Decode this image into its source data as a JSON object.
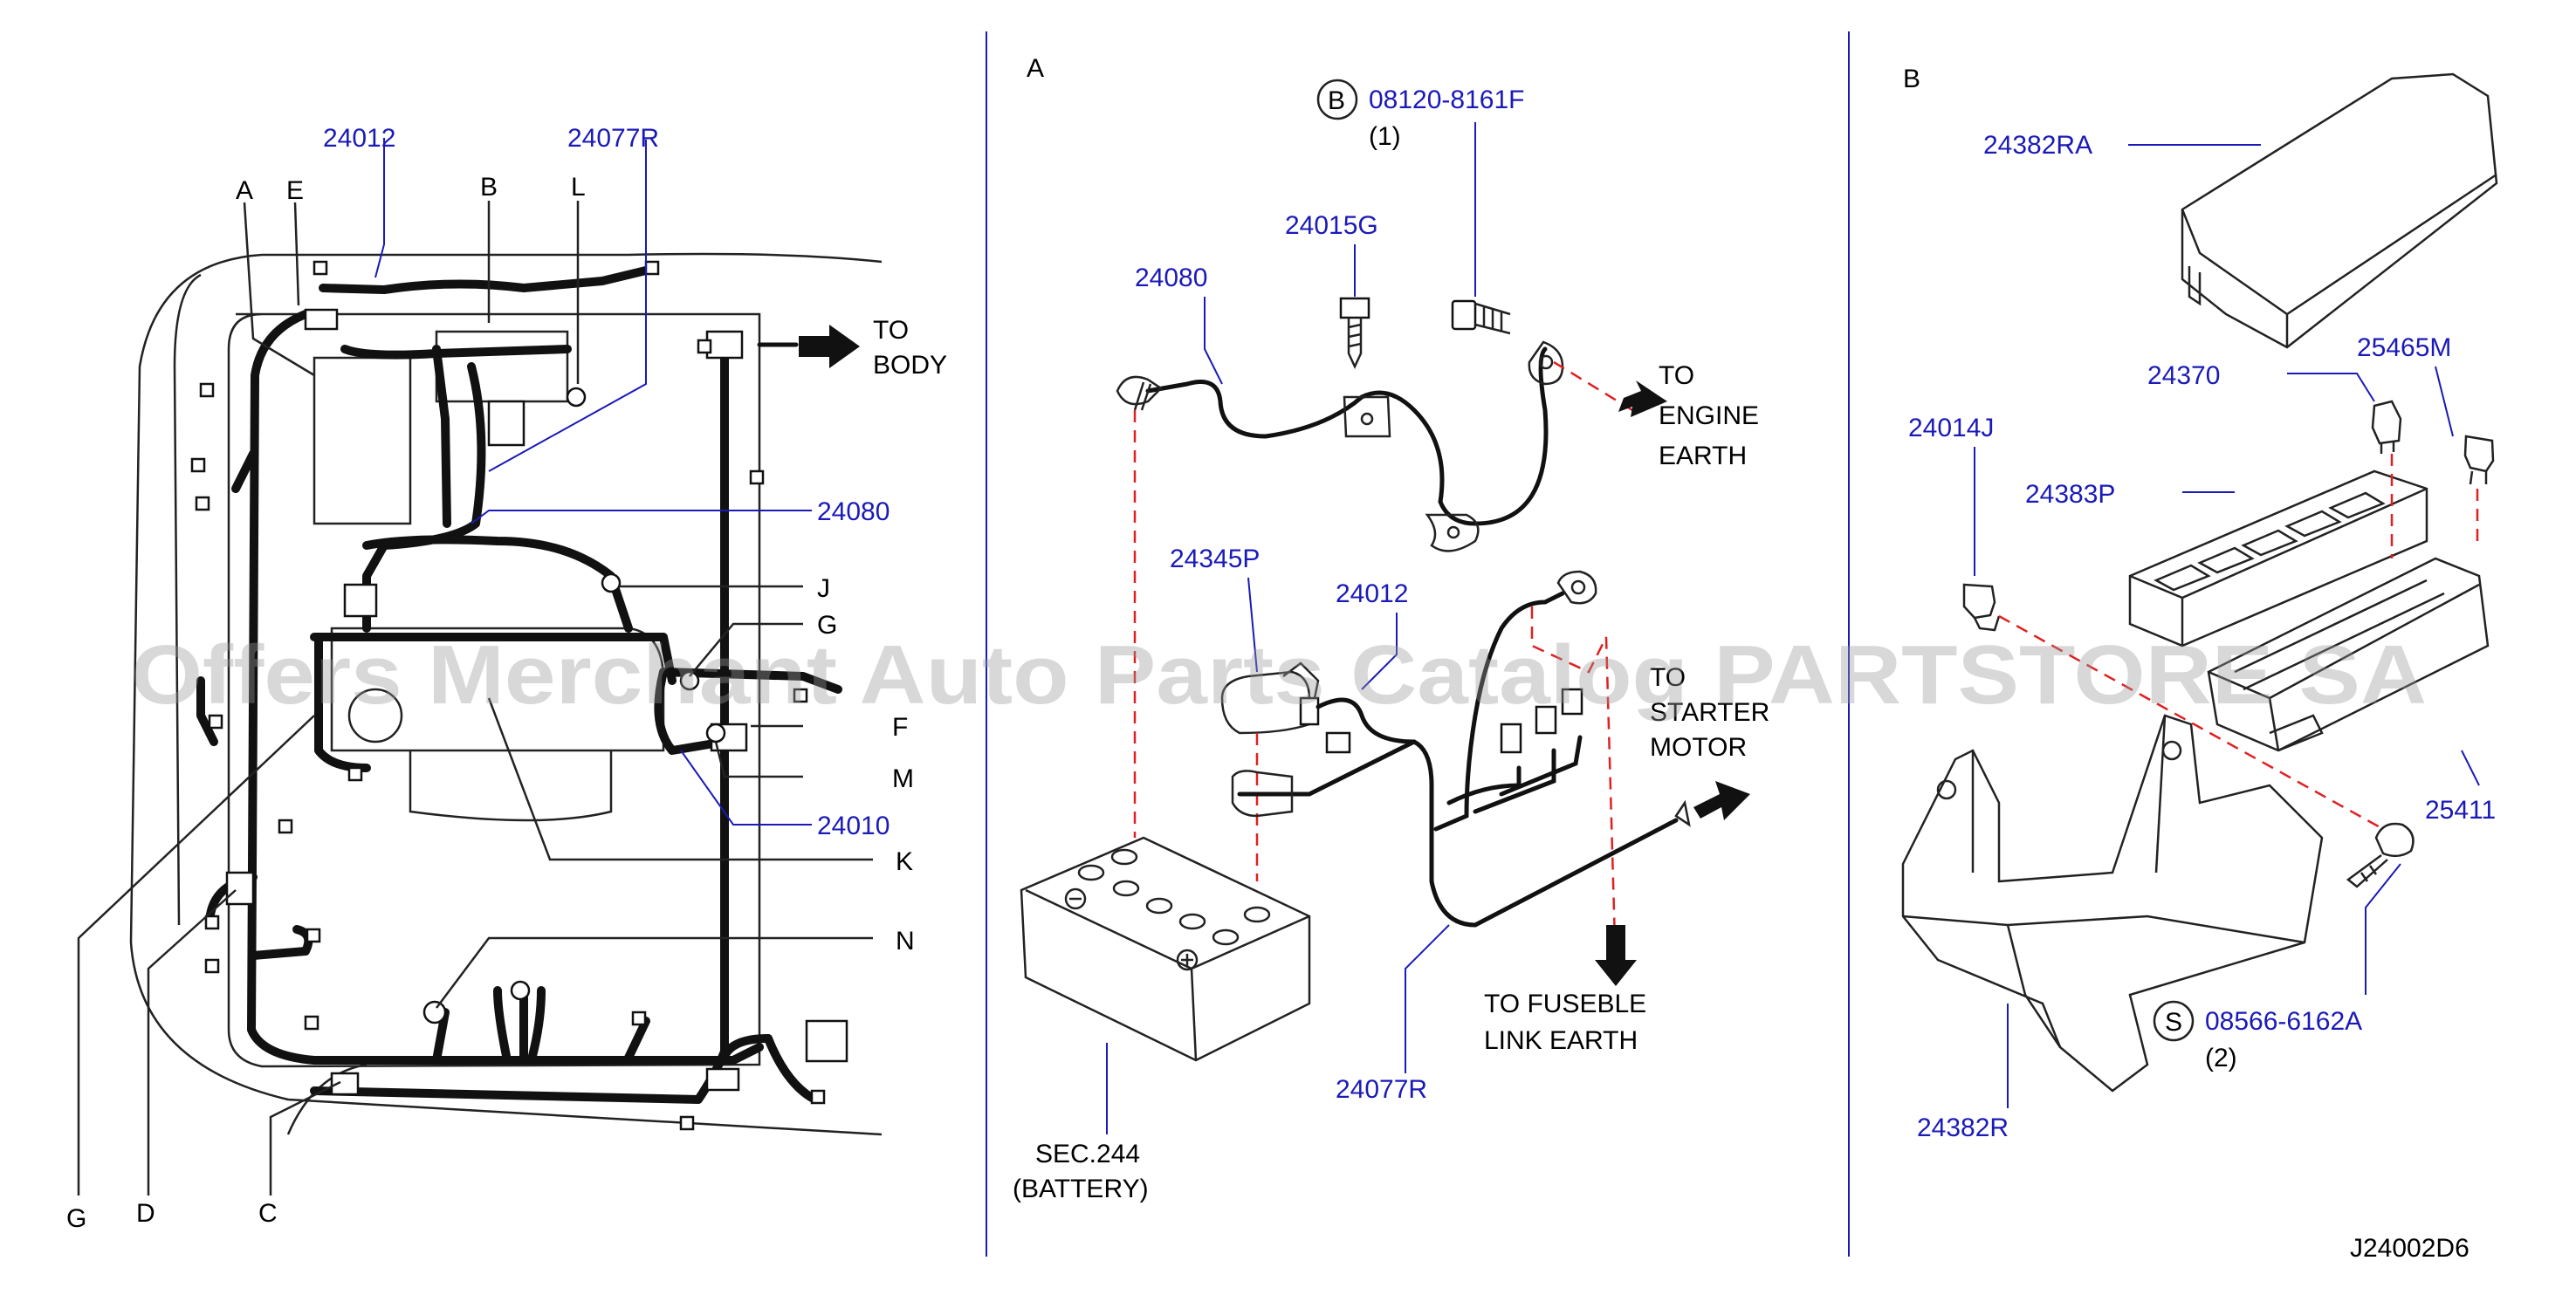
{
  "sections": {
    "a_label": "A",
    "b_label": "B"
  },
  "parts": {
    "p24012_left": "24012",
    "p24077R_left": "24077R",
    "p24080_left": "24080",
    "p24010": "24010",
    "p24080_a": "24080",
    "p24015G": "24015G",
    "p08120": "08120-8161F",
    "p24345P": "24345P",
    "p24012_a": "24012",
    "p24077R_a": "24077R",
    "p24382RA": "24382RA",
    "p24370": "24370",
    "p25465M": "25465M",
    "p24014J": "24014J",
    "p24383P": "24383P",
    "p25411": "25411",
    "p08566": "08566-6162A",
    "p24382R": "24382R"
  },
  "callouts": {
    "A": "A",
    "E": "E",
    "B": "B",
    "L": "L",
    "J": "J",
    "G": "G",
    "F": "F",
    "M": "M",
    "K": "K",
    "N": "N",
    "G2": "G",
    "D": "D",
    "C": "C"
  },
  "symbols": {
    "circle_b": "B",
    "circle_s": "S"
  },
  "quantities": {
    "q1": "(1)",
    "q2": "(2)"
  },
  "notes": {
    "to_body_1": "TO",
    "to_body_2": "BODY",
    "to_engine_1": "TO",
    "to_engine_2": "ENGINE",
    "to_engine_3": "EARTH",
    "to_starter_1": "TO",
    "to_starter_2": "STARTER",
    "to_starter_3": "MOTOR",
    "to_fuseble_1": "TO  FUSEBLE",
    "to_fuseble_2": "LINK  EARTH",
    "sec244_1": "SEC.244",
    "sec244_2": "(BATTERY)"
  },
  "diagram_code": "J24002D6",
  "watermark": "Offers Merchant Auto Parts Catalog PARTSTORE SA",
  "colors": {
    "part_number": "#1a1ab8",
    "leader": "#1a1ab8",
    "dashed_guide": "#e02020",
    "line": "#111111"
  }
}
